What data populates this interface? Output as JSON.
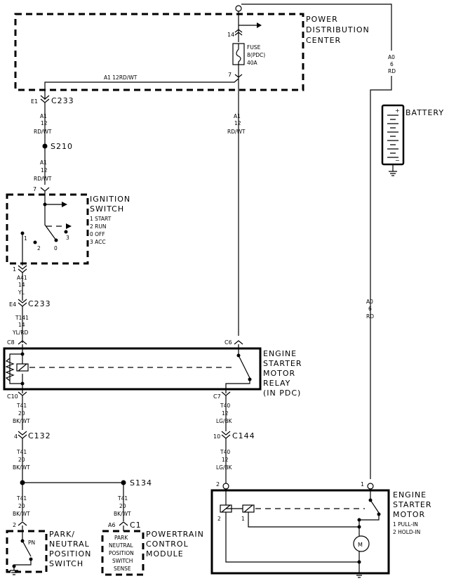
{
  "components": {
    "pdc": {
      "name": [
        "POWER",
        "DISTRIBUTION",
        "CENTER"
      ],
      "fuse": [
        "FUSE",
        "8(PDC)",
        "40A"
      ],
      "pin_in": "14",
      "pin_out": "7"
    },
    "battery": {
      "name": "BATTERY"
    },
    "ignition_switch": {
      "name": [
        "IGNITION",
        "SWITCH"
      ],
      "positions": [
        "1 START",
        "2 RUN",
        "0 OFF",
        "3 ACC"
      ],
      "pin_in": "7",
      "pin_out": "1",
      "contacts": [
        "1",
        "2",
        "0",
        "3"
      ]
    },
    "relay": {
      "name": [
        "ENGINE",
        "STARTER",
        "MOTOR",
        "RELAY",
        "(IN PDC)"
      ],
      "pins": [
        "C8",
        "C6",
        "C10",
        "C7"
      ]
    },
    "starter": {
      "name": [
        "ENGINE",
        "STARTER",
        "MOTOR"
      ],
      "windings": [
        "1 PULL-IN",
        "2 HOLD-IN"
      ],
      "pins": [
        "2",
        "1"
      ],
      "coil_labels": [
        "2",
        "1"
      ],
      "motor": "M"
    },
    "pnp_switch": {
      "name": [
        "PARK/",
        "NEUTRAL",
        "POSITION",
        "SWITCH"
      ],
      "inner": "PN",
      "pin": "2"
    },
    "pcm": {
      "name": [
        "POWERTRAIN",
        "CONTROL",
        "MODULE"
      ],
      "inner": [
        "PARK",
        "NEUTRAL",
        "POSITION",
        "SWITCH",
        "SENSE"
      ],
      "pin": "A6",
      "connector": "C1"
    }
  },
  "connectors": {
    "c233_top": {
      "pin": "E1",
      "name": "C233"
    },
    "c233_mid": {
      "pin": "E4",
      "name": "C233"
    },
    "c132": {
      "pin": "4",
      "name": "C132"
    },
    "c144": {
      "pin": "10",
      "name": "C144"
    }
  },
  "splices": {
    "s210": "S210",
    "s134": "S134"
  },
  "wires": {
    "a1_pdc": "A1  12RD/WT",
    "a1_1": [
      "A1",
      "12",
      "RD/WT"
    ],
    "a1_2": [
      "A1",
      "12",
      "RD/WT"
    ],
    "a1_3": [
      "A1",
      "12",
      "RD/WT"
    ],
    "a41": [
      "A41",
      "14",
      "YL"
    ],
    "t141": [
      "T141",
      "14",
      "YL/RD"
    ],
    "t41_1": [
      "T41",
      "20",
      "BK/WT"
    ],
    "t41_2": [
      "T41",
      "20",
      "BK/WT"
    ],
    "t41_3": [
      "T41",
      "20",
      "BK/WT"
    ],
    "t41_4": [
      "T41",
      "20",
      "BK/WT"
    ],
    "t40_1": [
      "T40",
      "12",
      "LG/BK"
    ],
    "t40_2": [
      "T40",
      "12",
      "LG/BK"
    ],
    "a0_top": [
      "A0",
      "6",
      "RD"
    ],
    "a0_mid": [
      "A0",
      "6",
      "RD"
    ]
  }
}
